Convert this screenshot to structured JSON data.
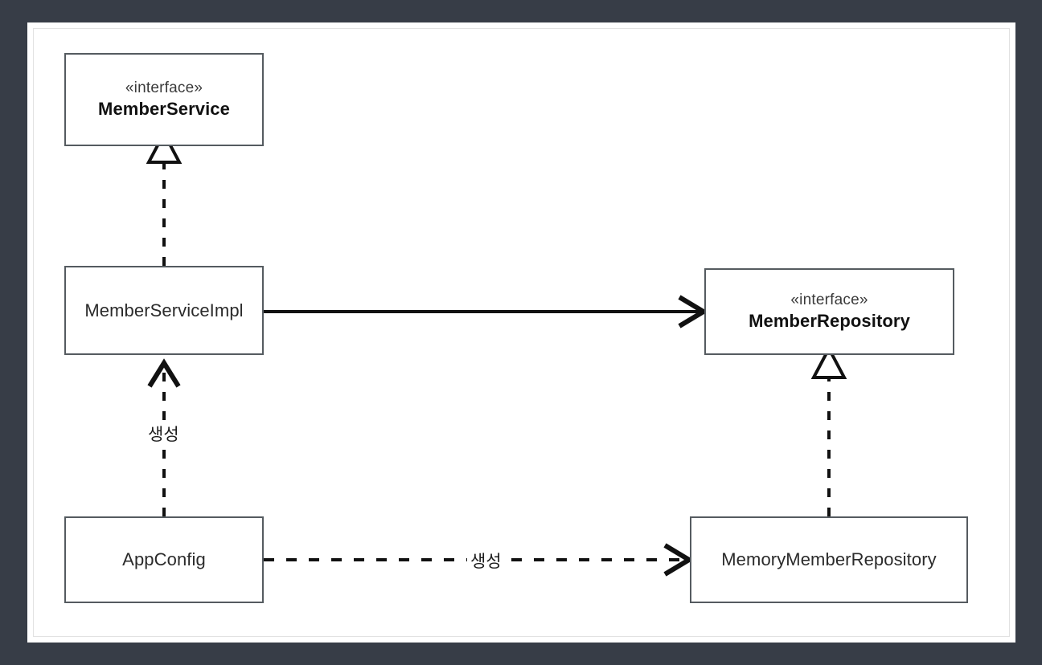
{
  "diagram": {
    "title": "Spring DI UML class diagram",
    "background_color": "#373d47",
    "canvas_color": "#ffffff",
    "line_color": "#111111",
    "node_border_color": "#555b60",
    "nodes": [
      {
        "id": "member-service",
        "stereotype": "«interface»",
        "name": "MemberService",
        "style": "interface"
      },
      {
        "id": "member-service-impl",
        "stereotype": "",
        "name": "MemberServiceImpl",
        "style": "class"
      },
      {
        "id": "member-repository",
        "stereotype": "«interface»",
        "name": "MemberRepository",
        "style": "interface"
      },
      {
        "id": "app-config",
        "stereotype": "",
        "name": "AppConfig",
        "style": "class"
      },
      {
        "id": "memory-member-repository",
        "stereotype": "",
        "name": "MemoryMemberRepository",
        "style": "class"
      }
    ],
    "edges": [
      {
        "id": "impl-realizes-service",
        "from": "member-service-impl",
        "to": "member-service",
        "type": "realization",
        "line": "dashed",
        "arrowhead": "hollow-triangle",
        "label": ""
      },
      {
        "id": "impl-uses-repository",
        "from": "member-service-impl",
        "to": "member-repository",
        "type": "association",
        "line": "solid",
        "arrowhead": "open",
        "label": ""
      },
      {
        "id": "memory-realizes-repository",
        "from": "memory-member-repository",
        "to": "member-repository",
        "type": "realization",
        "line": "dashed",
        "arrowhead": "hollow-triangle",
        "label": ""
      },
      {
        "id": "appconfig-creates-impl",
        "from": "app-config",
        "to": "member-service-impl",
        "type": "dependency",
        "line": "dashed",
        "arrowhead": "open",
        "label": "생성"
      },
      {
        "id": "appconfig-creates-memory-repository",
        "from": "app-config",
        "to": "memory-member-repository",
        "type": "dependency",
        "line": "dashed",
        "arrowhead": "open",
        "label": "생성"
      }
    ]
  }
}
